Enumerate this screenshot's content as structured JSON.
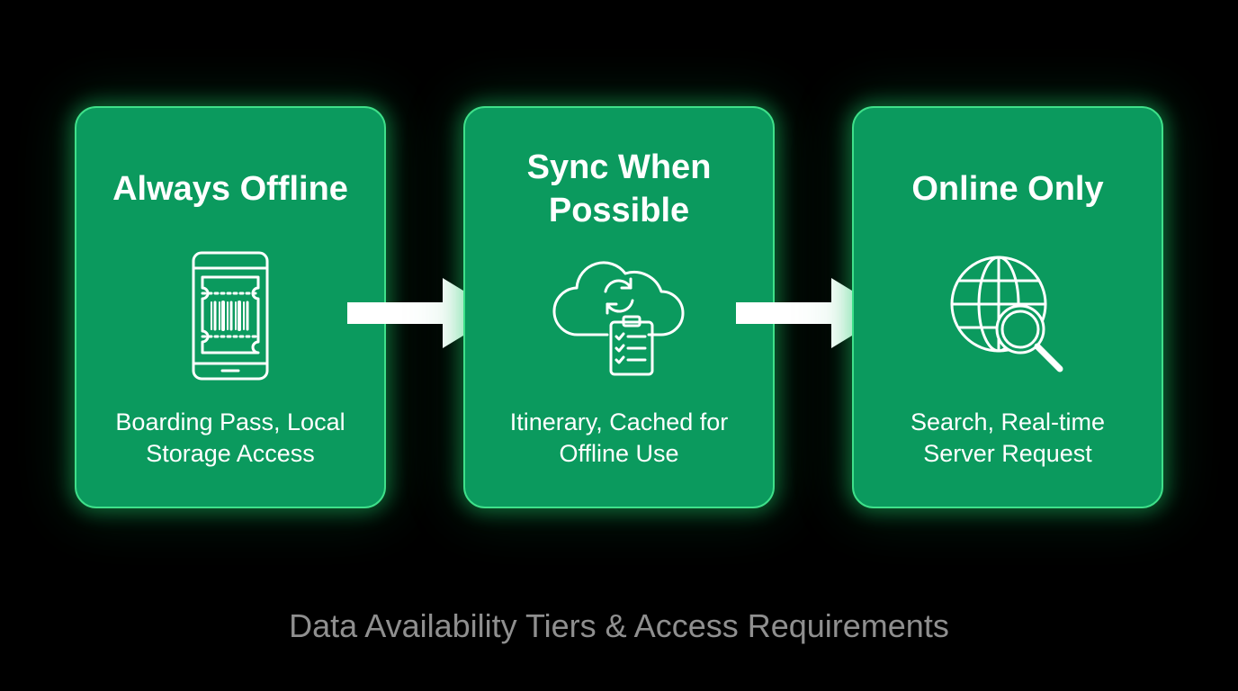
{
  "colors": {
    "background": "#000000",
    "card_fill": "#0b9a5e",
    "card_border": "#3fe08a",
    "card_glow": "#20d26e",
    "text": "#ffffff",
    "caption": "#8f8f8f",
    "arrow": "#ffffff"
  },
  "tiers": [
    {
      "title": "Always Offline",
      "icon": "smartphone-boarding-pass-icon",
      "description": "Boarding Pass, Local Storage Access"
    },
    {
      "title": "Sync When Possible",
      "icon": "cloud-sync-clipboard-icon",
      "description": "Itinerary, Cached for Offline Use"
    },
    {
      "title": "Online Only",
      "icon": "globe-search-icon",
      "description": "Search, Real-time Server Request"
    }
  ],
  "arrows": [
    "arrow-right-icon",
    "arrow-right-icon"
  ],
  "caption": "Data Availability Tiers & Access Requirements"
}
